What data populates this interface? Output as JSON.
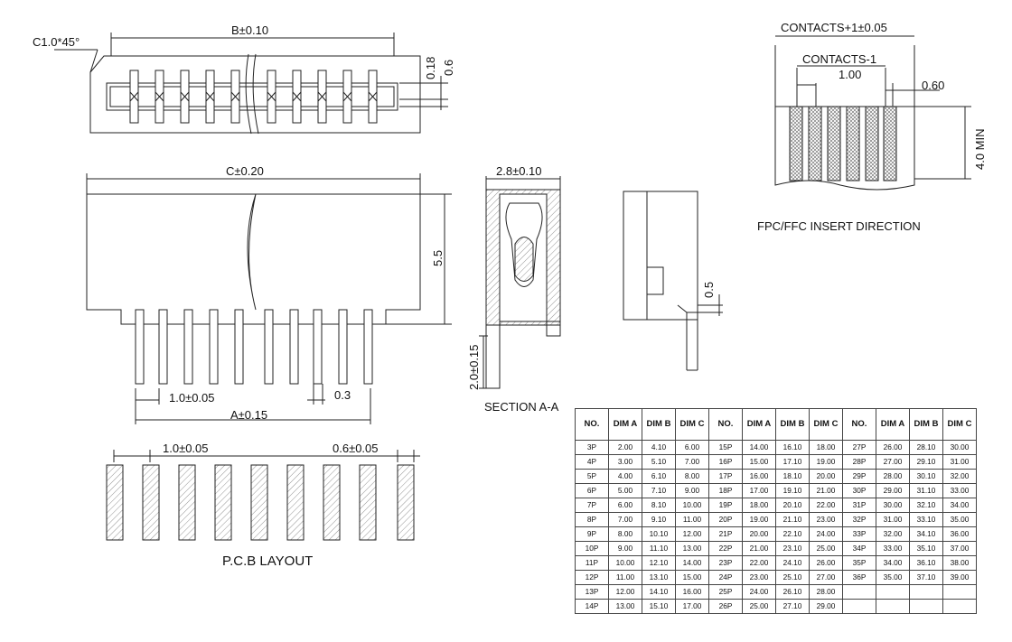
{
  "top_view": {
    "chamfer_label": "C1.0*45°",
    "width_label": "B±0.10",
    "dim_018": "0.18",
    "dim_06": "0.6"
  },
  "front_view": {
    "width_label": "C±0.20",
    "height_label": "5.5",
    "pitch_label": "1.0±0.05",
    "pin_label": "0.3",
    "span_label": "A±0.15"
  },
  "section_view": {
    "width_label": "2.8±0.10",
    "height_label": "2.0±0.15",
    "title": "SECTION A-A"
  },
  "side_view": {
    "dim_label": "0.5"
  },
  "fpc": {
    "total_label": "CONTACTS+1±0.05",
    "contacts_label": "CONTACTS-1",
    "pitch_label": "1.00",
    "width_label": "0.60",
    "min_label": "4.0 MIN",
    "caption": "FPC/FFC INSERT DIRECTION"
  },
  "pcb_layout": {
    "pitch_label": "1.0±0.05",
    "pad_label": "0.6±0.05",
    "caption": "P.C.B LAYOUT"
  },
  "table": {
    "headers": [
      "NO.",
      "DIM A",
      "DIM B",
      "DIM C",
      "NO.",
      "DIM A",
      "DIM B",
      "DIM C",
      "NO.",
      "DIM A",
      "DIM B",
      "DIM C"
    ],
    "rows": [
      [
        "3P",
        "2.00",
        "4.10",
        "6.00",
        "15P",
        "14.00",
        "16.10",
        "18.00",
        "27P",
        "26.00",
        "28.10",
        "30.00"
      ],
      [
        "4P",
        "3.00",
        "5.10",
        "7.00",
        "16P",
        "15.00",
        "17.10",
        "19.00",
        "28P",
        "27.00",
        "29.10",
        "31.00"
      ],
      [
        "5P",
        "4.00",
        "6.10",
        "8.00",
        "17P",
        "16.00",
        "18.10",
        "20.00",
        "29P",
        "28.00",
        "30.10",
        "32.00"
      ],
      [
        "6P",
        "5.00",
        "7.10",
        "9.00",
        "18P",
        "17.00",
        "19.10",
        "21.00",
        "30P",
        "29.00",
        "31.10",
        "33.00"
      ],
      [
        "7P",
        "6.00",
        "8.10",
        "10.00",
        "19P",
        "18.00",
        "20.10",
        "22.00",
        "31P",
        "30.00",
        "32.10",
        "34.00"
      ],
      [
        "8P",
        "7.00",
        "9.10",
        "11.00",
        "20P",
        "19.00",
        "21.10",
        "23.00",
        "32P",
        "31.00",
        "33.10",
        "35.00"
      ],
      [
        "9P",
        "8.00",
        "10.10",
        "12.00",
        "21P",
        "20.00",
        "22.10",
        "24.00",
        "33P",
        "32.00",
        "34.10",
        "36.00"
      ],
      [
        "10P",
        "9.00",
        "11.10",
        "13.00",
        "22P",
        "21.00",
        "23.10",
        "25.00",
        "34P",
        "33.00",
        "35.10",
        "37.00"
      ],
      [
        "11P",
        "10.00",
        "12.10",
        "14.00",
        "23P",
        "22.00",
        "24.10",
        "26.00",
        "35P",
        "34.00",
        "36.10",
        "38.00"
      ],
      [
        "12P",
        "11.00",
        "13.10",
        "15.00",
        "24P",
        "23.00",
        "25.10",
        "27.00",
        "36P",
        "35.00",
        "37.10",
        "39.00"
      ],
      [
        "13P",
        "12.00",
        "14.10",
        "16.00",
        "25P",
        "24.00",
        "26.10",
        "28.00",
        "",
        "",
        "",
        ""
      ],
      [
        "14P",
        "13.00",
        "15.10",
        "17.00",
        "26P",
        "25.00",
        "27.10",
        "29.00",
        "",
        "",
        "",
        ""
      ]
    ]
  }
}
